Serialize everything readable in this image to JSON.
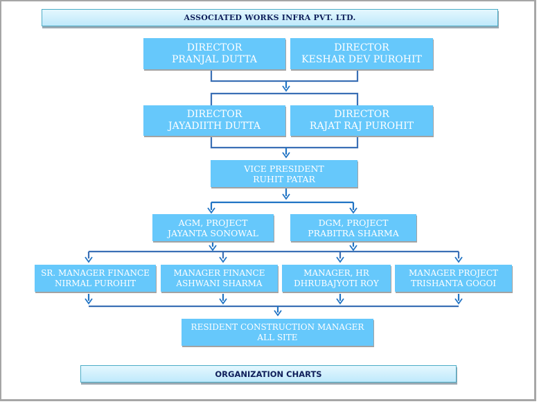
{
  "header": {
    "title": "ASSOCIATED WORKS INFRA PVT. LTD."
  },
  "footer": {
    "title": "ORGANIZATION CHARTS"
  },
  "colors": {
    "box_fill": "#66c8fb",
    "box_text": "#ffffff",
    "connector": "#3a6fb5",
    "arrow": "#1f73c4",
    "banner_text": "#0f1f5a"
  },
  "chart": {
    "directors_row1": [
      {
        "title": "DIRECTOR",
        "name": "PRANJAL DUTTA"
      },
      {
        "title": "DIRECTOR",
        "name": "KESHAR DEV PUROHIT"
      }
    ],
    "directors_row2": [
      {
        "title": "DIRECTOR",
        "name": "JAYADIITH DUTTA"
      },
      {
        "title": "DIRECTOR",
        "name": "RAJAT RAJ PUROHIT"
      }
    ],
    "vice_president": {
      "title": "VICE PRESIDENT",
      "name": "RUHIT PATAR"
    },
    "project_heads": [
      {
        "title": "AGM, PROJECT",
        "name": "JAYANTA SONOWAL"
      },
      {
        "title": "DGM, PROJECT",
        "name": "PRABITRA SHARMA"
      }
    ],
    "managers": [
      {
        "title": "SR. MANAGER FINANCE",
        "name": "NIRMAL PUROHIT"
      },
      {
        "title": "MANAGER FINANCE",
        "name": "ASHWANI SHARMA"
      },
      {
        "title": "MANAGER, HR",
        "name": "DHRUBAJYOTI ROY"
      },
      {
        "title": "MANAGER PROJECT",
        "name": "TRISHANTA GOGOI"
      }
    ],
    "resident_manager": {
      "title": "RESIDENT CONSTRUCTION MANAGER",
      "name": "ALL SITE"
    }
  }
}
